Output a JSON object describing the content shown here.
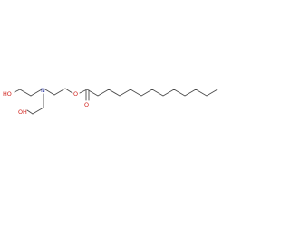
{
  "molecule": {
    "atoms": [
      {
        "id": "ho1",
        "symbol": "HO",
        "color": "#d0201a"
      },
      {
        "id": "oh2",
        "symbol": "OH",
        "color": "#d0201a"
      },
      {
        "id": "n1",
        "symbol": "N",
        "color": "#2d3aa8"
      },
      {
        "id": "o_ester",
        "symbol": "O",
        "color": "#d0201a"
      },
      {
        "id": "o_carbonyl",
        "symbol": "O",
        "color": "#d0201a"
      }
    ],
    "bond_color": "#4a4a4a",
    "background": "#ffffff"
  }
}
